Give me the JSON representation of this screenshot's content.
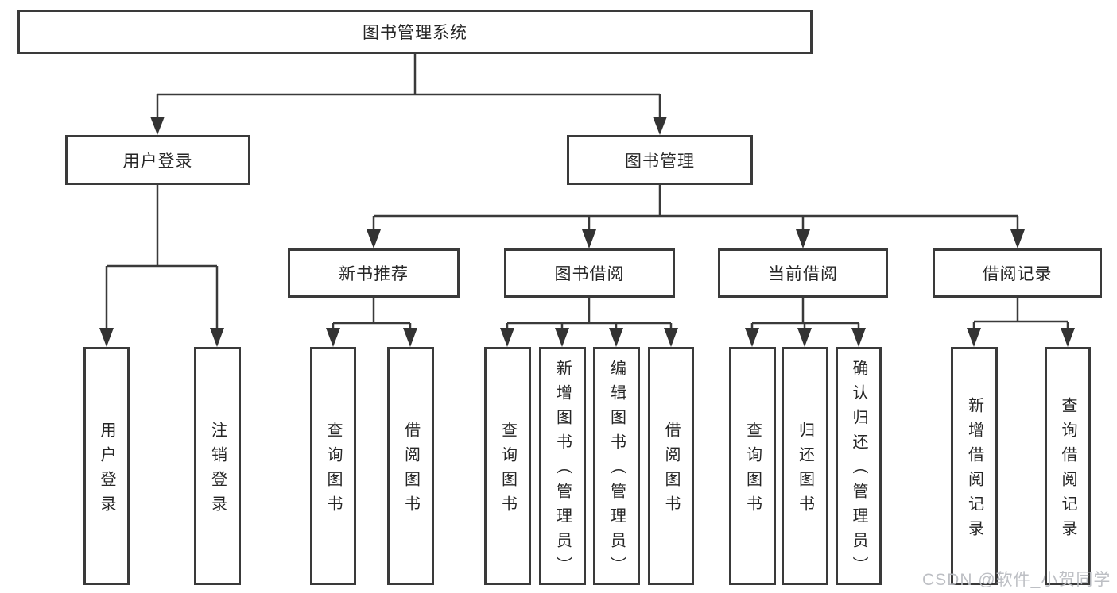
{
  "tree": {
    "label": "图书管理系统",
    "children": [
      {
        "label": "用户登录",
        "children": [
          {
            "label": "用户登录"
          },
          {
            "label": "注销登录"
          }
        ]
      },
      {
        "label": "图书管理",
        "children": [
          {
            "label": "新书推荐",
            "children": [
              {
                "label": "查询图书"
              },
              {
                "label": "借阅图书"
              }
            ]
          },
          {
            "label": "图书借阅",
            "children": [
              {
                "label": "查询图书"
              },
              {
                "label": "新增图书（管理员）"
              },
              {
                "label": "编辑图书（管理员）"
              },
              {
                "label": "借阅图书"
              }
            ]
          },
          {
            "label": "当前借阅",
            "children": [
              {
                "label": "查询图书"
              },
              {
                "label": "归还图书"
              },
              {
                "label": "确认归还（管理员）"
              }
            ]
          },
          {
            "label": "借阅记录",
            "children": [
              {
                "label": "新增借阅记录"
              },
              {
                "label": "查询借阅记录"
              }
            ]
          }
        ]
      }
    ]
  },
  "watermark": "CSDN @软件_小贺同学",
  "colors": {
    "line": "#3a3a3a",
    "text": "#262626",
    "box_background": "#ffffff",
    "watermark": "#b9bcc1"
  }
}
